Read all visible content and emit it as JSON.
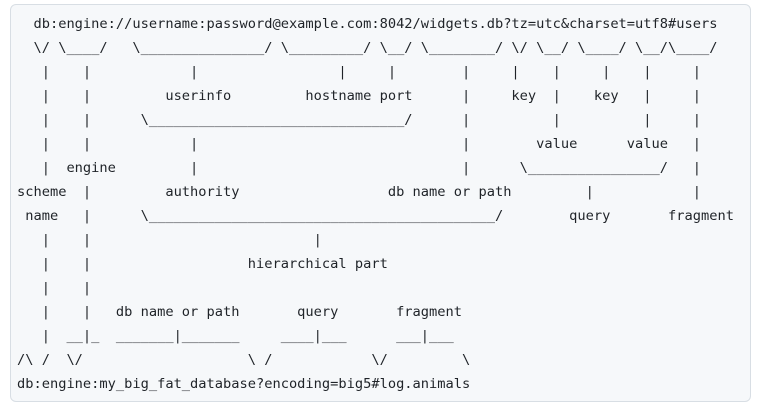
{
  "diagram": {
    "example_full_url": "db:engine://username:password@example.com:8042/widgets.db?tz=utc&charset=utf8#users",
    "example_opaque_url": "db:engine:my_big_fat_database?encoding=big5#log.animals",
    "labels": [
      "engine",
      "userinfo",
      "hostname",
      "port",
      "key",
      "value",
      "scheme",
      "name",
      "authority",
      "db name or path",
      "query",
      "fragment",
      "hierarchical part"
    ],
    "lines": [
      "  db:engine://username:password@example.com:8042/widgets.db?tz=utc&charset=utf8#users",
      "  \\/ \\____/   \\_______________/ \\_________/ \\__/ \\________/ \\/ \\__/ \\____/ \\__/\\____/",
      "   |    |            |                 |     |        |     |    |     |    |     |",
      "   |    |         userinfo         hostname port      |     key  |    key   |     |",
      "   |    |      \\_______________________________/      |          |          |     |",
      "   |    |            |                                |        value      value   |",
      "   |  engine         |                                |      \\________________/   |",
      "scheme  |         authority                  db name or path         |            |",
      " name   |      \\__________________________________________/        query       fragment",
      "   |    |                           |",
      "   |    |                   hierarchical part",
      "   |    |",
      "   |    |   db name or path       query       fragment",
      "   |  __|_  _______|_______     ____|___      ___|___",
      "/\\ /  \\/                    \\ /            \\/         \\",
      "db:engine:my_big_fat_database?encoding=big5#log.animals"
    ]
  },
  "colors": {
    "page_background": "#ffffff",
    "block_background": "#f6f8fa",
    "block_border": "#d8dee4",
    "text": "#1f2328"
  }
}
